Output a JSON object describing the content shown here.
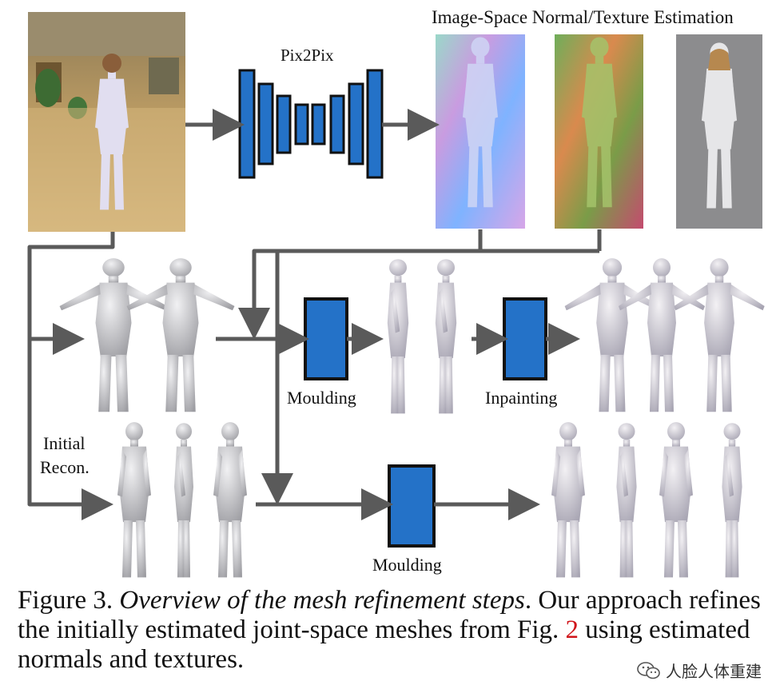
{
  "figure": {
    "labels": {
      "pix2pix": "Pix2Pix",
      "normal_texture": "Image-Space Normal/Texture Estimation",
      "moulding_top": "Moulding",
      "inpainting": "Inpainting",
      "initial_recon_line1": "Initial",
      "initial_recon_line2": "Recon.",
      "moulding_bottom": "Moulding"
    },
    "colors": {
      "block_fill": "#2472c8",
      "block_stroke": "#111111",
      "arrow": "#5a5a5a",
      "mesh_grey": "#c9c9cc",
      "ref_red": "#d0141a"
    }
  },
  "caption": {
    "prefix": "Figure 3.",
    "italic": "Overview of the mesh refinement steps",
    "after_italic": ".  Our approach refines the initially estimated joint-space meshes from Fig. ",
    "ref": "2",
    "suffix": " using estimated normals and textures."
  },
  "watermark": {
    "text": "人脸人体重建",
    "icon": "wechat-icon"
  }
}
